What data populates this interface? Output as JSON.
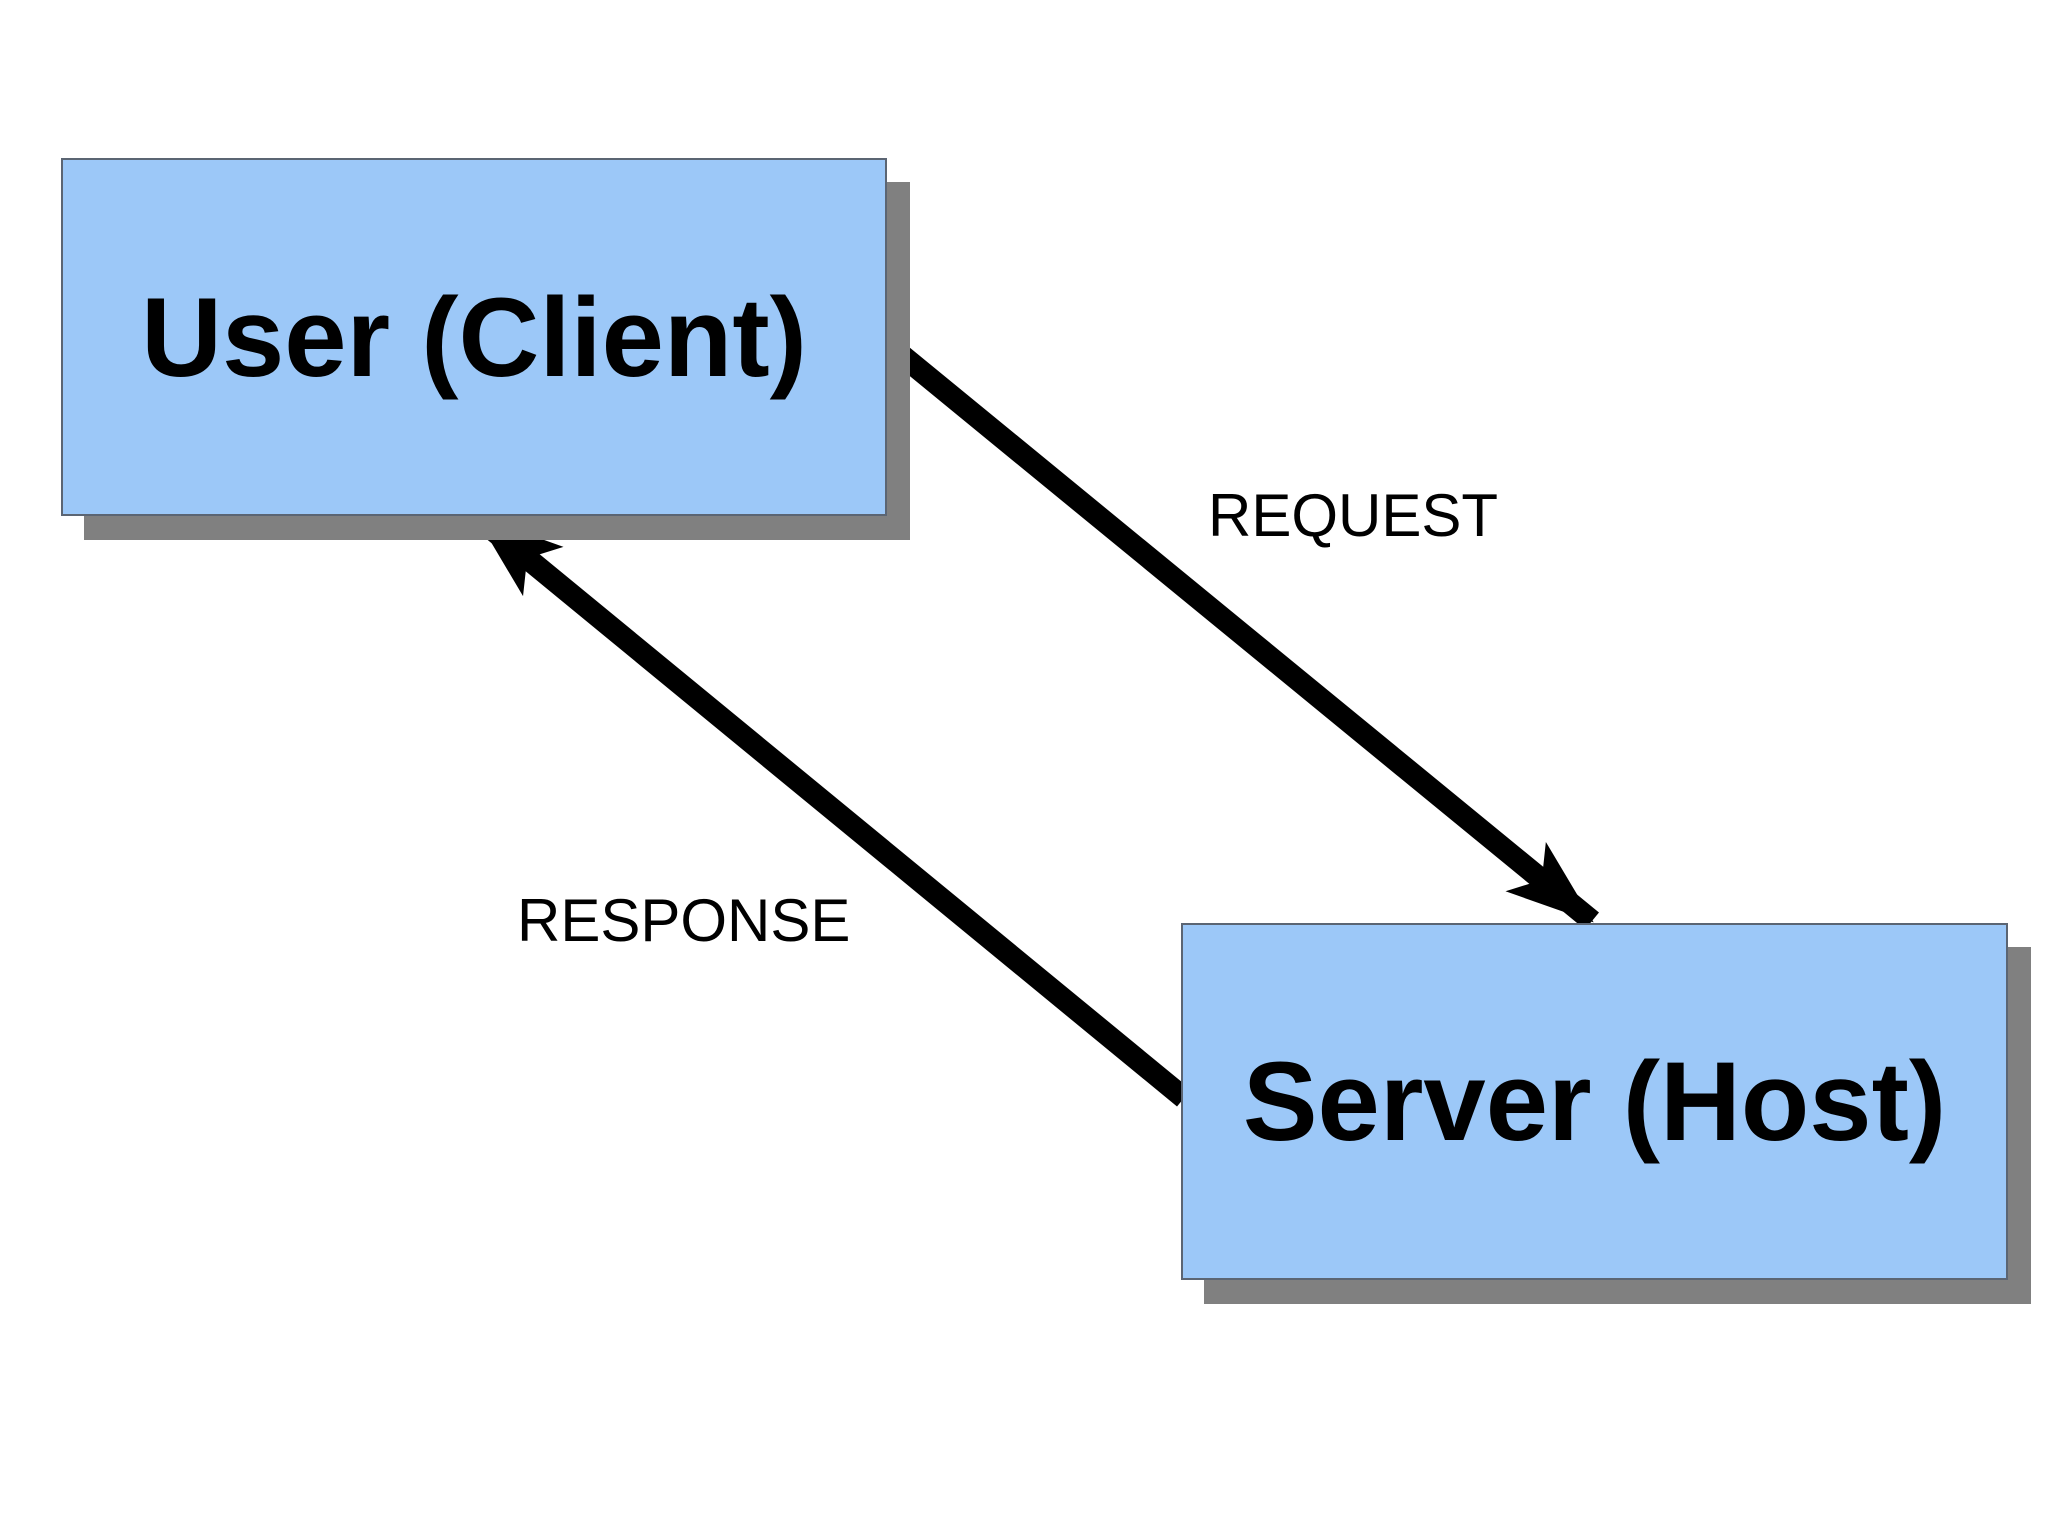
{
  "diagram": {
    "type": "client-server-flow",
    "background_color": "#ffffff",
    "nodes": [
      {
        "id": "client",
        "label": "User (Client)"
      },
      {
        "id": "server",
        "label": "Server (Host)"
      }
    ],
    "edges": [
      {
        "id": "request",
        "label": "REQUEST",
        "from": "client",
        "to": "server",
        "direction": "down-right"
      },
      {
        "id": "response",
        "label": "RESPONSE",
        "from": "server",
        "to": "client",
        "direction": "up-left"
      }
    ],
    "colors": {
      "node_fill": "#9CC8F8",
      "node_border": "#5b6573",
      "node_shadow": "#808080",
      "arrow": "#000000",
      "label_text": "#000000",
      "title_text": "#000000"
    }
  }
}
